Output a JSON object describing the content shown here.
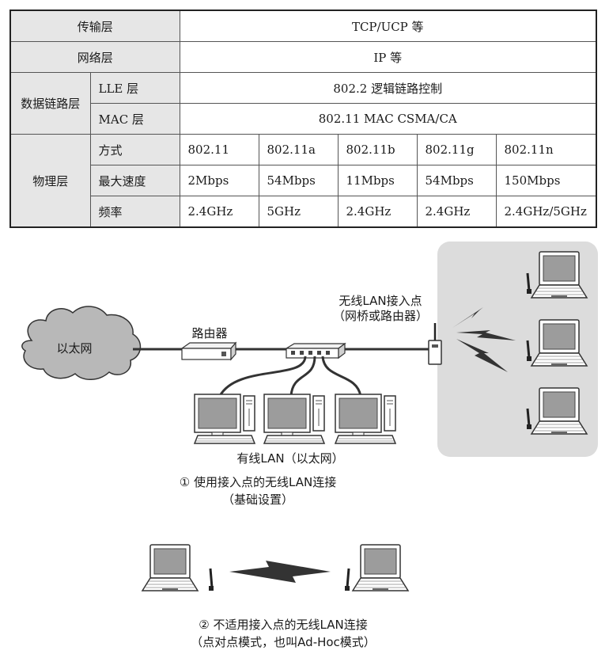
{
  "table": {
    "transport": {
      "layer": "传输层",
      "value": "TCP/UCP 等"
    },
    "network": {
      "layer": "网络层",
      "value": "IP 等"
    },
    "datalink": {
      "layer": "数据链路层",
      "lle": {
        "label": "LLE 层",
        "value": "802.2 逻辑链路控制"
      },
      "mac": {
        "label": "MAC 层",
        "value": "802.11 MAC CSMA/CA"
      }
    },
    "physical": {
      "layer": "物理层",
      "rows": [
        {
          "label": "方式",
          "cells": [
            "802.11",
            "802.11a",
            "802.11b",
            "802.11g",
            "802.11n"
          ]
        },
        {
          "label": "最大速度",
          "cells": [
            "2Mbps",
            "54Mbps",
            "11Mbps",
            "54Mbps",
            "150Mbps"
          ]
        },
        {
          "label": "频率",
          "cells": [
            "2.4GHz",
            "5GHz",
            "2.4GHz",
            "2.4GHz",
            "2.4GHz/5GHz"
          ]
        }
      ]
    }
  },
  "diagram": {
    "ethernet_cloud": "以太网",
    "router": "路由器",
    "access_point_line1": "无线LAN接入点",
    "access_point_line2": "（网桥或路由器）",
    "wired_lan": "有线LAN（以太网）",
    "caption1_line1": "① 使用接入点的无线LAN连接",
    "caption1_line2": "（基础设置）",
    "caption2_line1": "② 不适用接入点的无线LAN连接",
    "caption2_line2": "（点对点模式，也叫Ad-Hoc模式）"
  }
}
